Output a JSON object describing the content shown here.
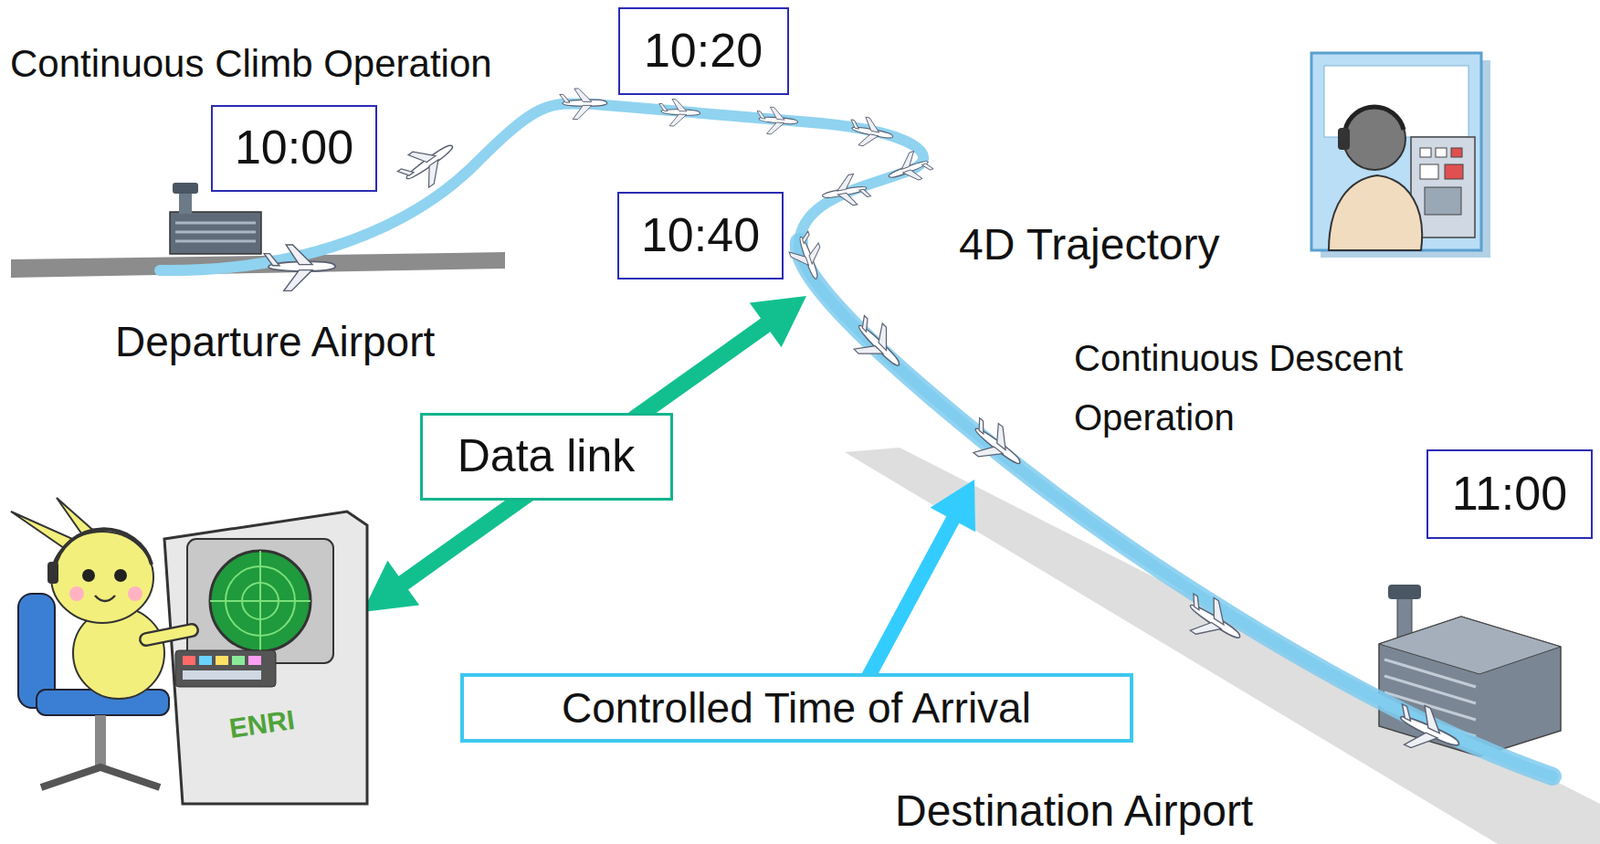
{
  "diagram": {
    "nodes": [
      {
        "text": [
          "10:20"
        ]
      },
      {
        "text": [
          "10:00"
        ]
      },
      {
        "text": [
          "10:40"
        ]
      },
      {
        "text": [
          "Data link"
        ]
      },
      {
        "text": [
          "11:00"
        ]
      },
      {
        "text": [
          "Controlled Time of Arrival"
        ]
      }
    ],
    "labels": [
      "Continuous Climb Operation",
      "4D Trajectory",
      "Departure Airport",
      "Continuous Descent Operation",
      "ENRI",
      "Destination Airport"
    ]
  }
}
